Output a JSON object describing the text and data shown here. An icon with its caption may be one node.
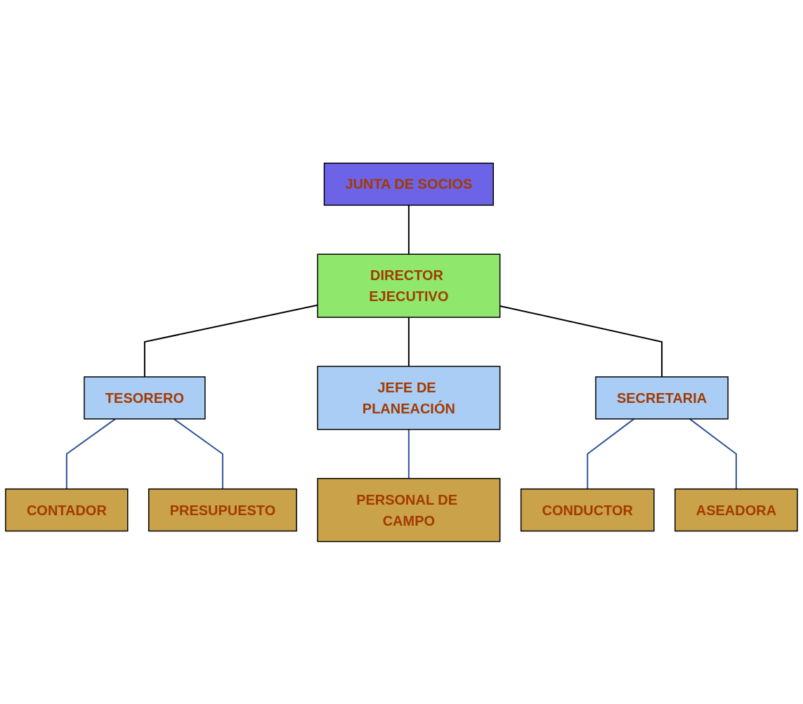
{
  "diagram": {
    "nodes": [
      {
        "text": [
          "JUNTA DE SOCIOS"
        ]
      },
      {
        "text": [
          "DIRECTOR EJECUTIVO"
        ]
      },
      {
        "text": [
          "TESORERO"
        ]
      },
      {
        "text": [
          "JEFE DE PLANEACIÓN"
        ]
      },
      {
        "text": [
          "SECRETARIA"
        ]
      },
      {
        "text": [
          "CONTADOR"
        ]
      },
      {
        "text": [
          "PRESUPUESTO"
        ]
      },
      {
        "text": [
          "PERSONAL DE CAMPO"
        ]
      },
      {
        "text": [
          "CONDUCTOR"
        ]
      },
      {
        "text": [
          "ASEADORA"
        ]
      }
    ],
    "edges": [
      {
        "from": 0,
        "to": 1,
        "arrow": "none",
        "color": "#000000"
      },
      {
        "from": 1,
        "to": 2,
        "arrow": "none",
        "color": "#000000"
      },
      {
        "from": 1,
        "to": 3,
        "arrow": "none",
        "color": "#000000"
      },
      {
        "from": 1,
        "to": 4,
        "arrow": "none",
        "color": "#000000"
      },
      {
        "from": 2,
        "to": 5,
        "arrow": "none"
      },
      {
        "from": 2,
        "to": 6,
        "arrow": "none"
      },
      {
        "from": 3,
        "to": 7,
        "arrow": "none"
      },
      {
        "from": 4,
        "to": 8,
        "arrow": "none"
      },
      {
        "from": 4,
        "to": 9,
        "arrow": "none"
      }
    ]
  }
}
